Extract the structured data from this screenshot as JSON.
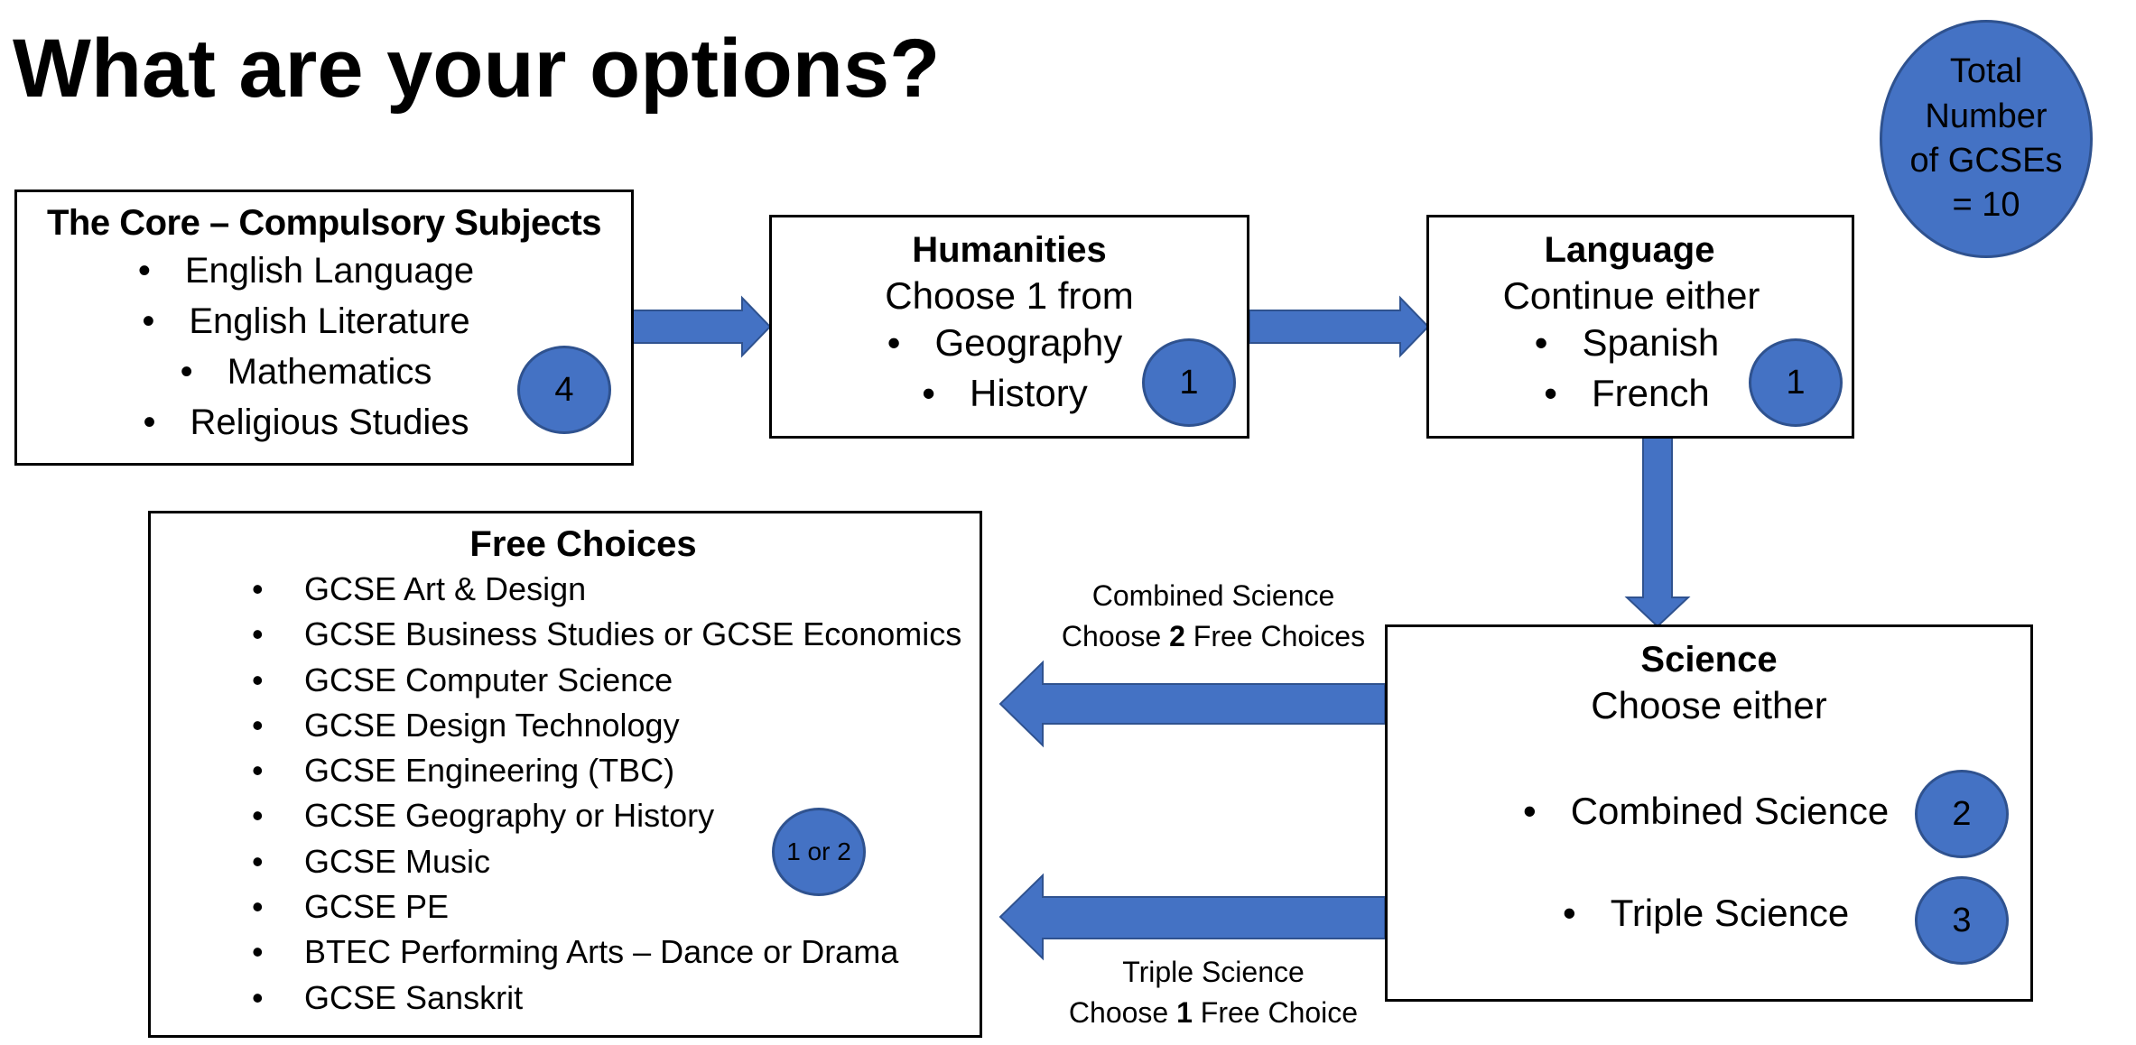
{
  "page": {
    "title": "What are your options?"
  },
  "total_badge": {
    "text": "Total Number of GCSEs = 10"
  },
  "core": {
    "heading": "The Core – Compulsory Subjects",
    "items": [
      "English Language",
      "English Literature",
      "Mathematics",
      "Religious Studies"
    ],
    "badge": "4"
  },
  "humanities": {
    "heading": "Humanities",
    "subtitle": "Choose 1 from",
    "items": [
      "Geography",
      "History"
    ],
    "badge": "1"
  },
  "language": {
    "heading": "Language",
    "subtitle": "Continue either",
    "items": [
      "Spanish",
      "French"
    ],
    "badge": "1"
  },
  "science": {
    "heading": "Science",
    "subtitle": "Choose either",
    "items": [
      "Combined Science",
      "Triple Science"
    ],
    "badges": [
      "2",
      "3"
    ]
  },
  "free_choices": {
    "heading": "Free Choices",
    "items": [
      "GCSE Art & Design",
      "GCSE Business Studies or GCSE Economics",
      "GCSE Computer Science",
      "GCSE Design Technology",
      "GCSE Engineering (TBC)",
      "GCSE Geography or History",
      "GCSE Music",
      "GCSE PE",
      "BTEC Performing Arts – Dance or Drama",
      "GCSE Sanskrit"
    ],
    "badge": "1 or 2"
  },
  "arrow_labels": {
    "combined": {
      "line1": "Combined Science",
      "line2_pre": "Choose ",
      "line2_num": "2",
      "line2_post": " Free Choices"
    },
    "triple": {
      "line1": "Triple Science",
      "line2_pre": "Choose ",
      "line2_num": "1",
      "line2_post": " Free Choice"
    }
  },
  "colors": {
    "accent": "#4472c4",
    "accent_border": "#2f528f",
    "text": "#000000"
  }
}
